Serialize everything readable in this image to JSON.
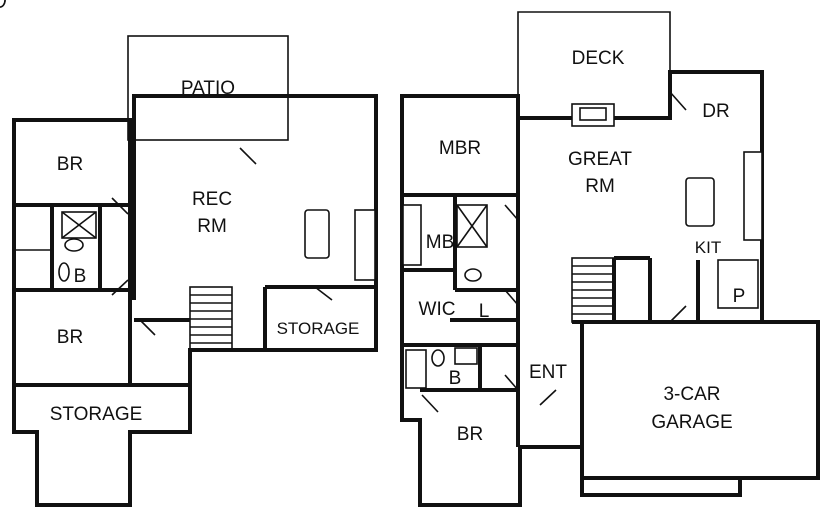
{
  "colors": {
    "ink": "#111111",
    "paper": "#ffffff"
  },
  "lower_level": {
    "patio": "PATIO",
    "rec_rm_line1": "REC",
    "rec_rm_line2": "RM",
    "br_top": "BR",
    "bath": "B",
    "br_bottom": "BR",
    "storage_right": "STORAGE",
    "storage_bottom": "STORAGE"
  },
  "main_level": {
    "deck": "DECK",
    "dr": "DR",
    "mbr": "MBR",
    "great_rm_line1": "GREAT",
    "great_rm_line2": "RM",
    "mb": "MB",
    "kit": "KIT",
    "wic": "WIC",
    "l": "L",
    "p": "P",
    "ent": "ENT",
    "bath": "B",
    "br": "BR",
    "garage_line1": "3-CAR",
    "garage_line2": "GARAGE"
  }
}
